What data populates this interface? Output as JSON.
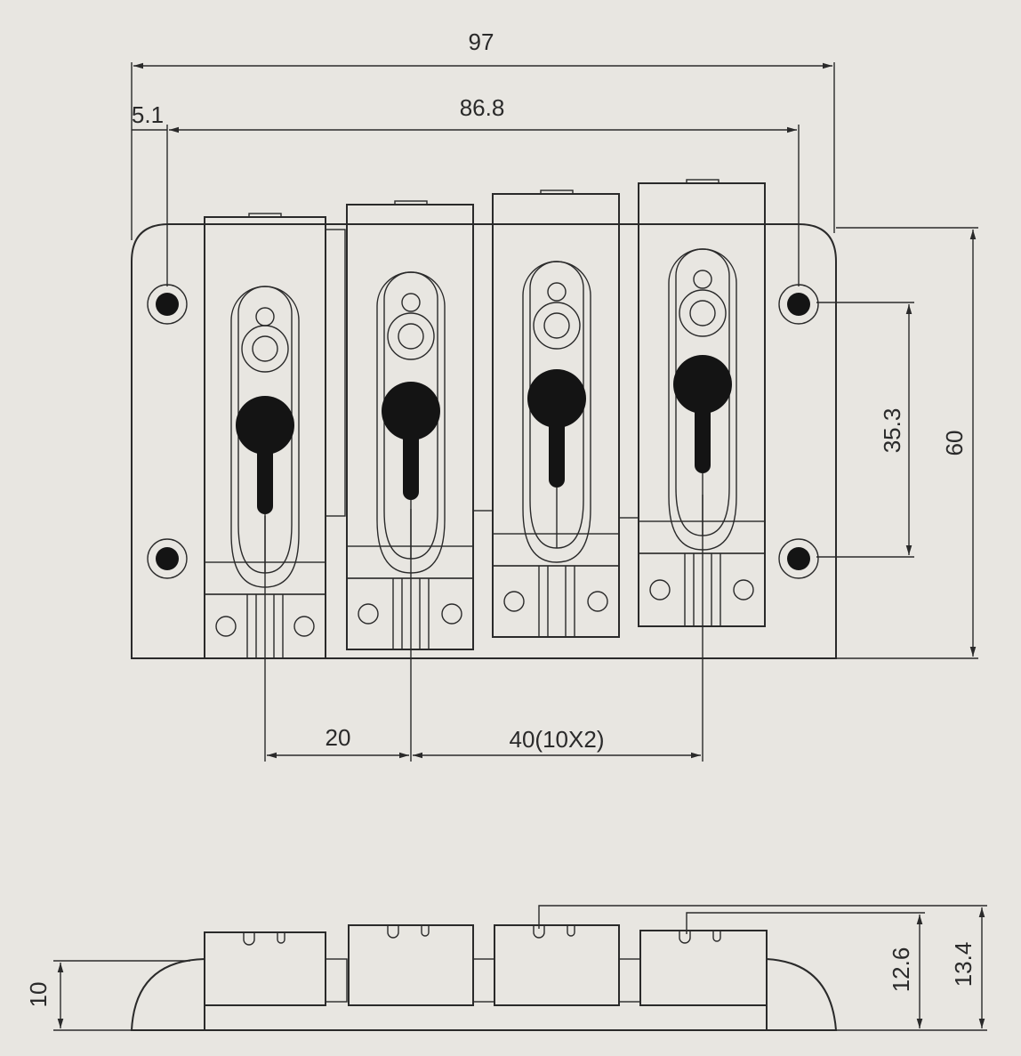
{
  "dimensions": {
    "overall_width": "97",
    "hole_spacing": "86.8",
    "edge_offset": "5.1",
    "mount_hole_vertical": "35.3",
    "plate_height": "60",
    "saddle_spacing": "20",
    "saddle_span": "40(10X2)",
    "side_base_height": "10",
    "saddle_height_low": "12.6",
    "saddle_height_high": "13.4"
  }
}
